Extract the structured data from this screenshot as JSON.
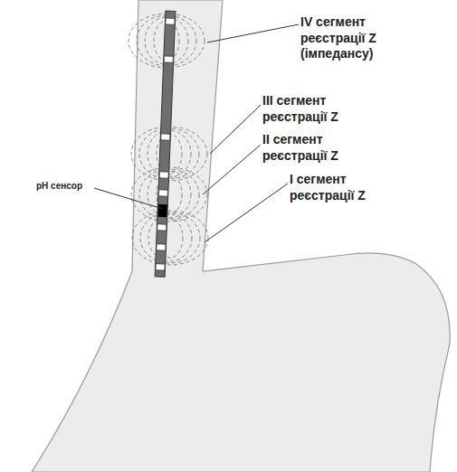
{
  "diagram": {
    "labels": [
      "IV сегмент реєстрації Z (імпедансу)",
      "III сегмент реєстрації Z",
      "II сегмент реєстрації Z",
      "I сегмент реєстрації Z",
      "pH сенсор"
    ]
  }
}
